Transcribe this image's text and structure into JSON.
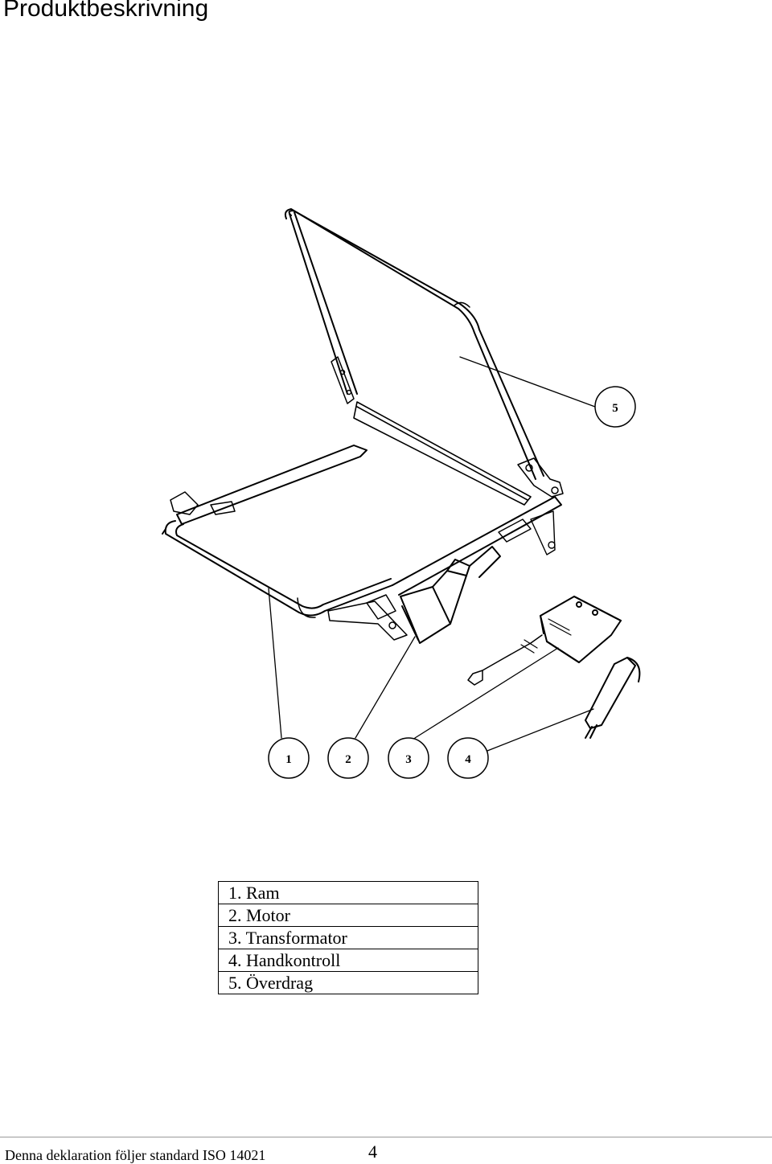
{
  "header": {
    "title": "Produktbeskrivning"
  },
  "callouts": [
    "1",
    "2",
    "3",
    "4",
    "5"
  ],
  "legend": {
    "items": [
      "1. Ram",
      "2. Motor",
      "3. Transformator",
      "4. Handkontroll",
      "5. Överdrag"
    ]
  },
  "footer": {
    "text": "Denna deklaration följer standard ISO 14021",
    "page_number": "4"
  }
}
